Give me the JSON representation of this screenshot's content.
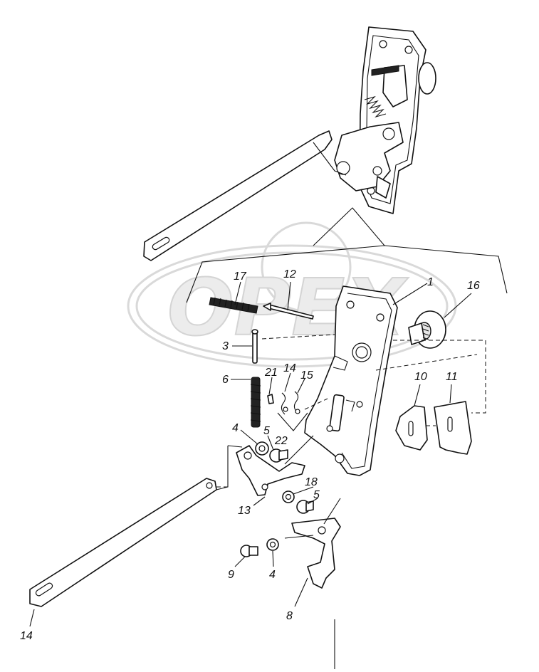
{
  "watermark": {
    "text": "OPEX"
  },
  "callouts": [
    {
      "id": "c1",
      "text": "1"
    },
    {
      "id": "c16",
      "text": "16"
    },
    {
      "id": "c17",
      "text": "17"
    },
    {
      "id": "c12",
      "text": "12"
    },
    {
      "id": "c3",
      "text": "3"
    },
    {
      "id": "c6",
      "text": "6"
    },
    {
      "id": "c21",
      "text": "21"
    },
    {
      "id": "c14a",
      "text": "14"
    },
    {
      "id": "c15",
      "text": "15"
    },
    {
      "id": "c10",
      "text": "10"
    },
    {
      "id": "c11",
      "text": "11"
    },
    {
      "id": "c4a",
      "text": "4"
    },
    {
      "id": "c5a",
      "text": "5"
    },
    {
      "id": "c22",
      "text": "22"
    },
    {
      "id": "c18",
      "text": "18"
    },
    {
      "id": "c5b",
      "text": "5"
    },
    {
      "id": "c13",
      "text": "13"
    },
    {
      "id": "c9",
      "text": "9"
    },
    {
      "id": "c4b",
      "text": "4"
    },
    {
      "id": "c8",
      "text": "8"
    },
    {
      "id": "c14b",
      "text": "14"
    }
  ]
}
